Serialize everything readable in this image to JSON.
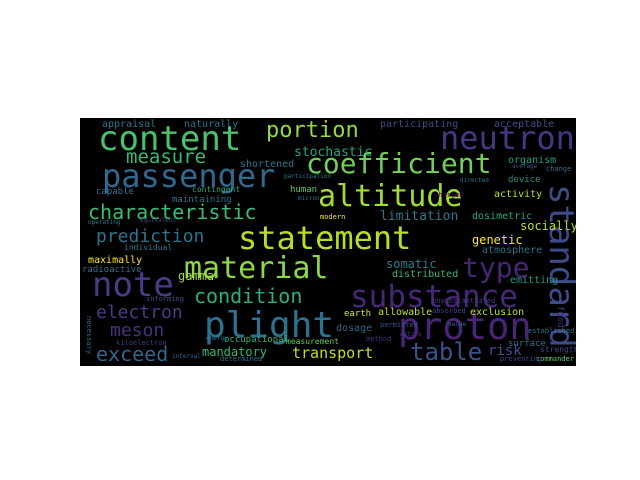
{
  "words": [
    {
      "text": "statement",
      "color": "#b5de2b"
    },
    {
      "text": "altitude",
      "color": "#a2da37"
    },
    {
      "text": "material",
      "color": "#8fd744"
    },
    {
      "text": "plight",
      "color": "#2c728e"
    },
    {
      "text": "substance",
      "color": "#482677"
    },
    {
      "text": "proton",
      "color": "#482677"
    },
    {
      "text": "passenger",
      "color": "#31688e"
    },
    {
      "text": "coefficient",
      "color": "#73d056"
    },
    {
      "text": "content",
      "color": "#4ac16d"
    },
    {
      "text": "neutron",
      "color": "#453781"
    },
    {
      "text": "standard",
      "color": "#3e4a89"
    },
    {
      "text": "note",
      "color": "#433e85"
    },
    {
      "text": "type",
      "color": "#482475"
    },
    {
      "text": "characteristic",
      "color": "#3dbc74"
    },
    {
      "text": "portion",
      "color": "#95d840"
    },
    {
      "text": "measure",
      "color": "#38b977"
    },
    {
      "text": "prediction",
      "color": "#2c738e"
    },
    {
      "text": "condition",
      "color": "#29af7f"
    },
    {
      "text": "table",
      "color": "#3b528b"
    },
    {
      "text": "exceed",
      "color": "#33638d"
    },
    {
      "text": "meson",
      "color": "#46327e"
    },
    {
      "text": "electron",
      "color": "#433e85"
    },
    {
      "text": "transport",
      "color": "#c2df23"
    },
    {
      "text": "stochastic",
      "color": "#20a486"
    },
    {
      "text": "limitation",
      "color": "#2a788e"
    },
    {
      "text": "genetic",
      "color": "#fde725"
    },
    {
      "text": "socially",
      "color": "#bddf26"
    },
    {
      "text": "somatic",
      "color": "#287c8e"
    },
    {
      "text": "gamma",
      "color": "#a8db34"
    },
    {
      "text": "mandatory",
      "color": "#35b779"
    },
    {
      "text": "risk",
      "color": "#3b528b"
    },
    {
      "text": "dosimetric",
      "color": "#22a884"
    },
    {
      "text": "atmosphere",
      "color": "#2c728e"
    },
    {
      "text": "distributed",
      "color": "#35b779"
    },
    {
      "text": "allowable",
      "color": "#c2df23"
    },
    {
      "text": "exclusion",
      "color": "#bddf26"
    },
    {
      "text": "dosage",
      "color": "#31688e"
    },
    {
      "text": "appraisal",
      "color": "#2a788e"
    },
    {
      "text": "naturally",
      "color": "#2c728e"
    },
    {
      "text": "participating",
      "color": "#3e4a89"
    },
    {
      "text": "acceptable",
      "color": "#3b528b"
    },
    {
      "text": "organism",
      "color": "#1f9e89"
    },
    {
      "text": "activity",
      "color": "#b8de29"
    },
    {
      "text": "device",
      "color": "#21918c"
    },
    {
      "text": "emitting",
      "color": "#1f9a8a"
    },
    {
      "text": "maximally",
      "color": "#fde725"
    },
    {
      "text": "radioactive",
      "color": "#2c728e"
    },
    {
      "text": "occupational",
      "color": "#35b779"
    },
    {
      "text": "shortened",
      "color": "#2a788e"
    },
    {
      "text": "capable",
      "color": "#2d708e"
    },
    {
      "text": "maintaining",
      "color": "#2c728e"
    },
    {
      "text": "surface",
      "color": "#2c728e"
    },
    {
      "text": "measurement",
      "color": "#5ec962"
    },
    {
      "text": "earth",
      "color": "#dde318"
    },
    {
      "text": "human",
      "color": "#5ec962"
    },
    {
      "text": "food",
      "color": "#482878"
    },
    {
      "text": "strength",
      "color": "#3e4a89"
    },
    {
      "text": "commander",
      "color": "#5ec962"
    },
    {
      "text": "preventing",
      "color": "#414487"
    },
    {
      "text": "individual",
      "color": "#2a788e"
    },
    {
      "text": "contingent",
      "color": "#22a884"
    },
    {
      "text": "permitted",
      "color": "#3b528b"
    },
    {
      "text": "unsubstantiated",
      "color": "#433e85"
    },
    {
      "text": "determined",
      "color": "#2c728e"
    },
    {
      "text": "kiloelectron",
      "color": "#443983"
    },
    {
      "text": "method",
      "color": "#46327e"
    },
    {
      "text": "modern",
      "color": "#fde725"
    },
    {
      "text": "absorbed",
      "color": "#414487"
    },
    {
      "text": "established",
      "color": "#2a788e"
    },
    {
      "text": "charged",
      "color": "#440154"
    },
    {
      "text": "necessary",
      "color": "#31688e"
    },
    {
      "text": "informing",
      "color": "#3b528b"
    },
    {
      "text": "entire",
      "color": "#46327e"
    },
    {
      "text": "change",
      "color": "#2c728e"
    },
    {
      "text": "average",
      "color": "#3b528b"
    },
    {
      "text": "directed",
      "color": "#2c728e"
    },
    {
      "text": "operating",
      "color": "#2a788e"
    },
    {
      "text": "equivalent",
      "color": "#414487"
    },
    {
      "text": "energy",
      "color": "#2c728e"
    },
    {
      "text": "micron",
      "color": "#2c728e"
    },
    {
      "text": "participation",
      "color": "#2a788e"
    },
    {
      "text": "value",
      "color": "#31688e"
    },
    {
      "text": "interval",
      "color": "#31688e"
    }
  ]
}
